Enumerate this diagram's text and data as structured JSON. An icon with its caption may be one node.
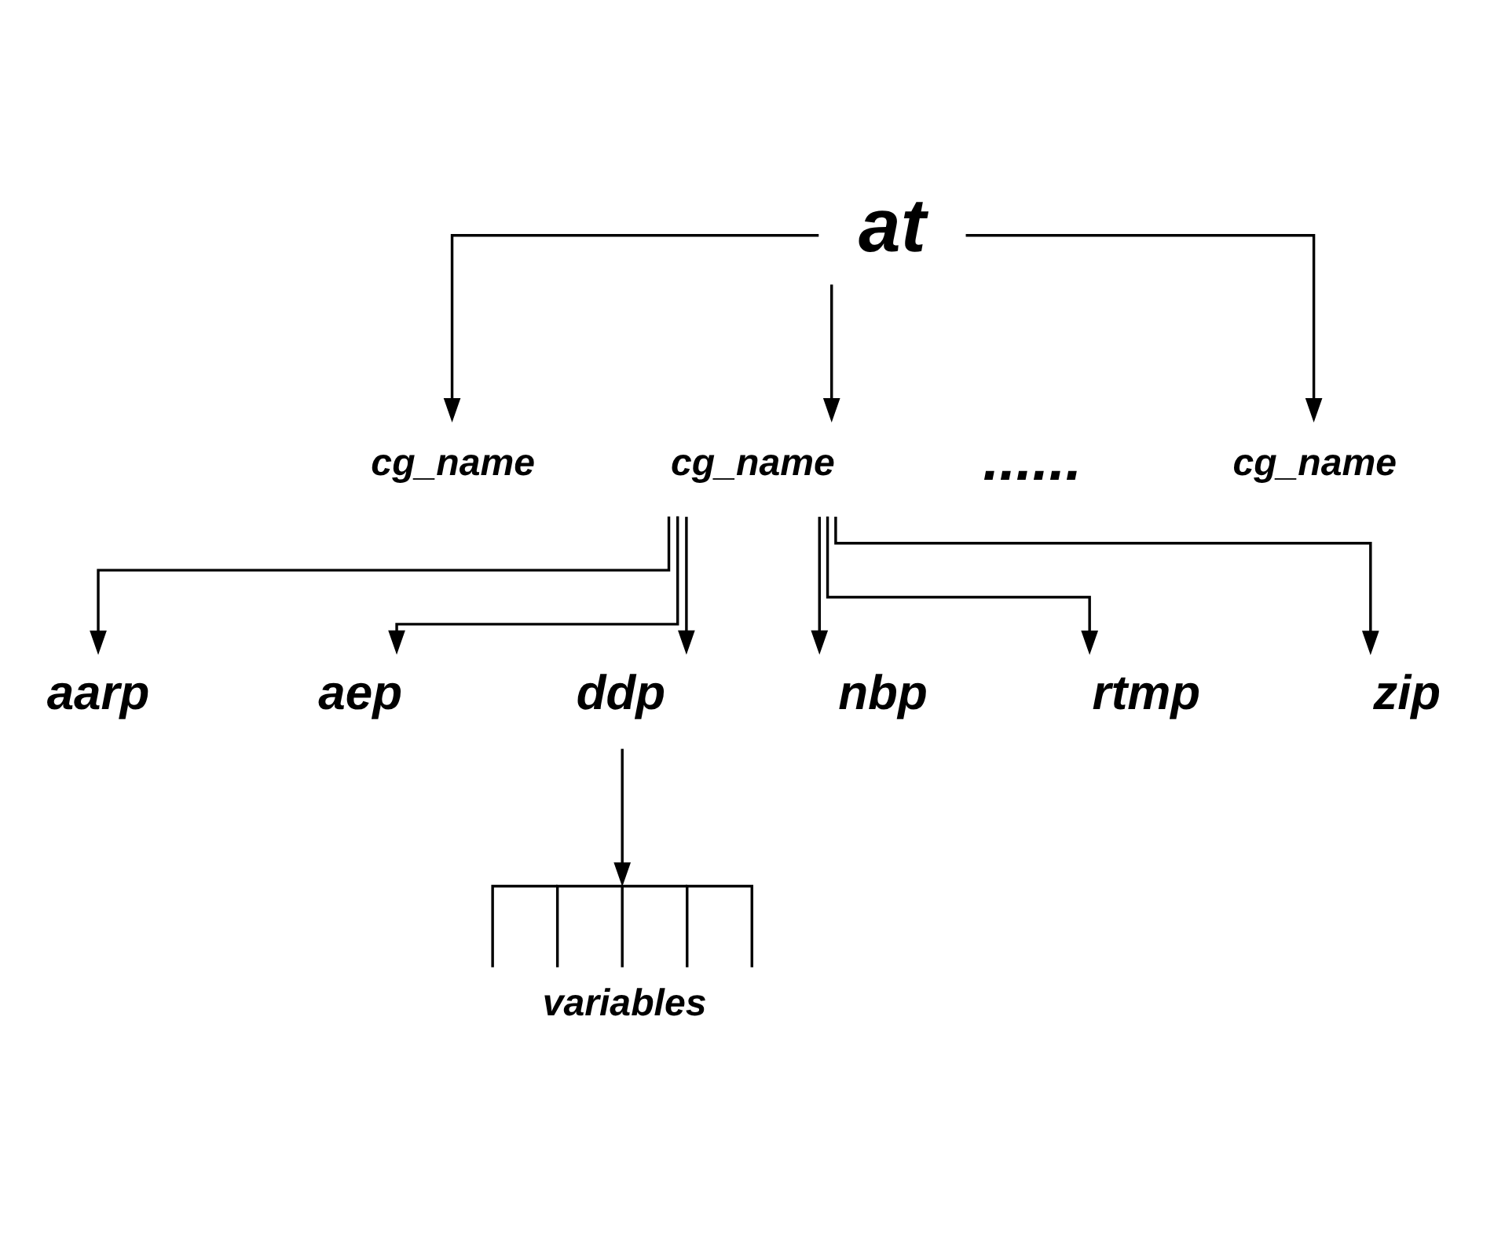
{
  "diagram": {
    "nodes": [
      {
        "text": [
          "at"
        ]
      },
      {
        "text": [
          "cg_name"
        ]
      },
      {
        "text": [
          "cg_name"
        ]
      },
      {
        "text": [
          "cg_name"
        ]
      },
      {
        "text": [
          "aarp"
        ]
      },
      {
        "text": [
          "aep"
        ]
      },
      {
        "text": [
          "ddp"
        ]
      },
      {
        "text": [
          "nbp"
        ]
      },
      {
        "text": [
          "rtmp"
        ]
      },
      {
        "text": [
          "zip"
        ]
      },
      {
        "text": [
          "variables"
        ]
      }
    ],
    "edges": [
      {
        "from": 0,
        "to": 1,
        "arrow": "to"
      },
      {
        "from": 0,
        "to": 2,
        "arrow": "to"
      },
      {
        "from": 0,
        "to": 3,
        "arrow": "to"
      },
      {
        "from": 2,
        "to": 4,
        "arrow": "to"
      },
      {
        "from": 2,
        "to": 5,
        "arrow": "to"
      },
      {
        "from": 2,
        "to": 6,
        "arrow": "to"
      },
      {
        "from": 2,
        "to": 7,
        "arrow": "to"
      },
      {
        "from": 2,
        "to": 8,
        "arrow": "to"
      },
      {
        "from": 2,
        "to": 9,
        "arrow": "to"
      },
      {
        "from": 6,
        "to": 10,
        "arrow": "to"
      }
    ],
    "labels": [
      "......"
    ]
  }
}
